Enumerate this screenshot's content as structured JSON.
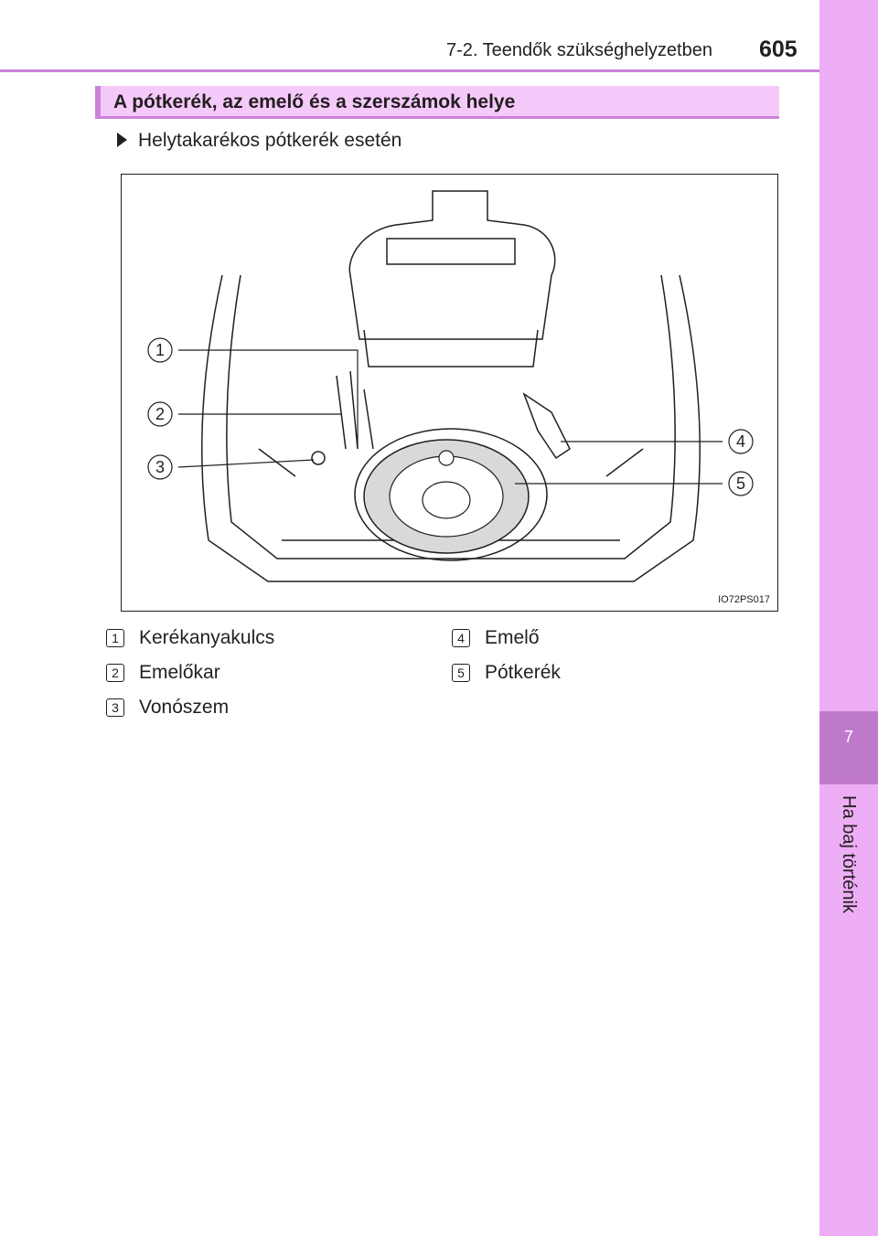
{
  "header": {
    "section": "7-2. Teendők szükséghelyzetben",
    "page_number": "605"
  },
  "side_tab": {
    "chapter_number": "7",
    "chapter_label": "Ha baj történik"
  },
  "section_title": "A pótkerék, az emelő és a szerszámok helye",
  "bullet_text": "Helytakarékos pótkerék esetén",
  "figure": {
    "callouts": [
      "1",
      "2",
      "3",
      "4",
      "5"
    ],
    "code": "IO72PS017"
  },
  "legend": [
    {
      "num": "1",
      "label": "Kerékanyakulcs"
    },
    {
      "num": "2",
      "label": "Emelőkar"
    },
    {
      "num": "3",
      "label": "Vonószem"
    },
    {
      "num": "4",
      "label": "Emelő"
    },
    {
      "num": "5",
      "label": "Pótkerék"
    }
  ],
  "colors": {
    "accent": "#c983d8",
    "section_bg": "#f6c9fb",
    "side_tab": "#eeaef6",
    "side_num": "#c07acc"
  }
}
